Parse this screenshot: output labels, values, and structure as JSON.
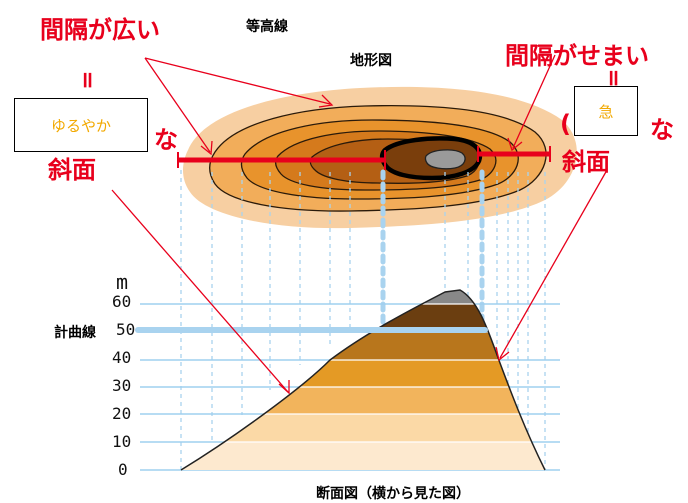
{
  "colors": {
    "red": "#e8001c",
    "light_blue": "#9fd0ef",
    "answer_text": "#f2a900"
  },
  "labels": {
    "wide_interval": "間隔が広い",
    "narrow_interval": "間隔がせまい",
    "contour_lines": "等高線",
    "topographic_map": "地形図",
    "equals_left": "॥",
    "equals_right": "॥",
    "na_left": "な",
    "na_right": "な",
    "slope_left": "斜面",
    "slope_right": "斜面",
    "paren_right": "(",
    "index_contour": "計曲線",
    "cross_section": "断面図（横から見た図）",
    "unit": "m"
  },
  "answers": {
    "gentle": "ゆるやか",
    "steep": "急"
  },
  "elevation_ticks": [
    "60",
    "50",
    "40",
    "30",
    "20",
    "10",
    "0"
  ]
}
